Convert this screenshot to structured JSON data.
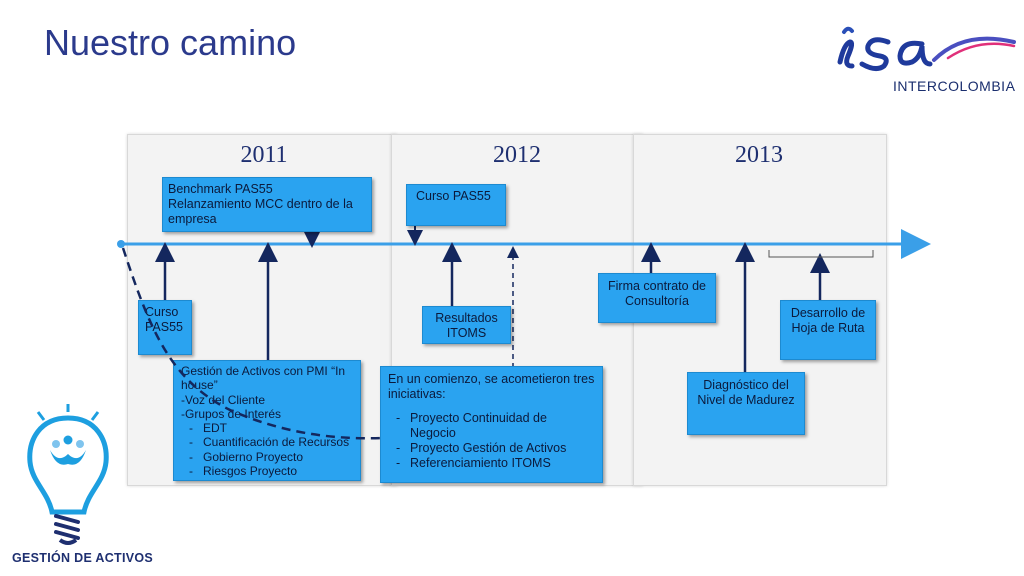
{
  "title": "Nuestro camino",
  "logo": {
    "brand": "isa",
    "subtitle": "INTERCOLOMBIA"
  },
  "years": [
    "2011",
    "2012",
    "2013"
  ],
  "boxes": {
    "benchmark": {
      "lines": [
        "Benchmark PAS55",
        "Relanzamiento MCC dentro de la empresa"
      ]
    },
    "curso_2012": "Curso PAS55",
    "curso_2011": "Curso PAS55",
    "gestion": {
      "lines": [
        "Gestión de Activos con PMI “In house”",
        "-Voz del Cliente",
        "-Grupos de Interés"
      ],
      "items": [
        "EDT",
        "Cuantificación de Recursos",
        "Gobierno Proyecto",
        "Riesgos Proyecto"
      ]
    },
    "resultados": "Resultados ITOMS",
    "comienzo": {
      "intro": "En un comienzo, se acometieron tres iniciativas:",
      "items": [
        "Proyecto Continuidad de Negocio",
        "Proyecto Gestión de Activos",
        "Referenciamiento ITOMS"
      ]
    },
    "firma": "Firma contrato de Consultoría",
    "diagnostico": "Diagnóstico del Nivel de Madurez",
    "desarrollo": "Desarrollo de Hoja de Ruta"
  },
  "footer": "GESTIÓN DE ACTIVOS",
  "colors": {
    "timeline": "#3a9fe8",
    "arrow": "#14275e",
    "box": "#2aa3f0",
    "title": "#2b3a8c"
  }
}
